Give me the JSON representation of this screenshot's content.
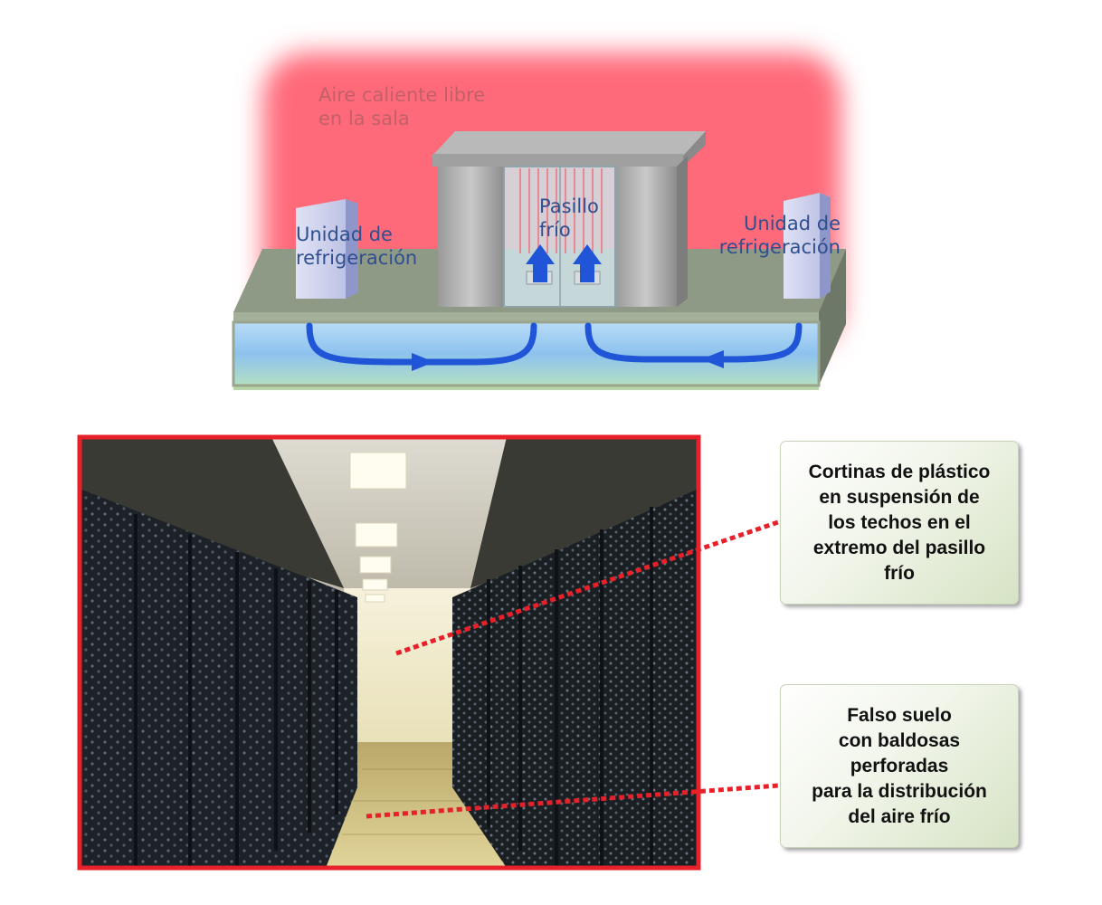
{
  "diagram": {
    "hot_air_label": [
      "Aire caliente libre",
      "en la sala"
    ],
    "cooling_unit_left_label": [
      "Unidad de",
      "refrigeración"
    ],
    "cooling_unit_right_label": [
      "Unidad de",
      "refrigeración"
    ],
    "cold_aisle_label": [
      "Pasillo",
      "frío"
    ]
  },
  "callouts": {
    "curtains": [
      "Cortinas de plástico",
      "en suspensión  de",
      "los techos en el",
      "extremo del pasillo",
      "frío"
    ],
    "raised_floor": [
      "Falso suelo",
      "con baldosas",
      "perforadas",
      "para la distribución",
      "del aire frío"
    ]
  },
  "colors": {
    "hot_air": "#ff6b7a",
    "cold_air_channel": "#8fc3f0",
    "airflow_arrow": "#1f55d6",
    "photo_frame": "#e8202a",
    "leader_line": "#e8202a"
  }
}
